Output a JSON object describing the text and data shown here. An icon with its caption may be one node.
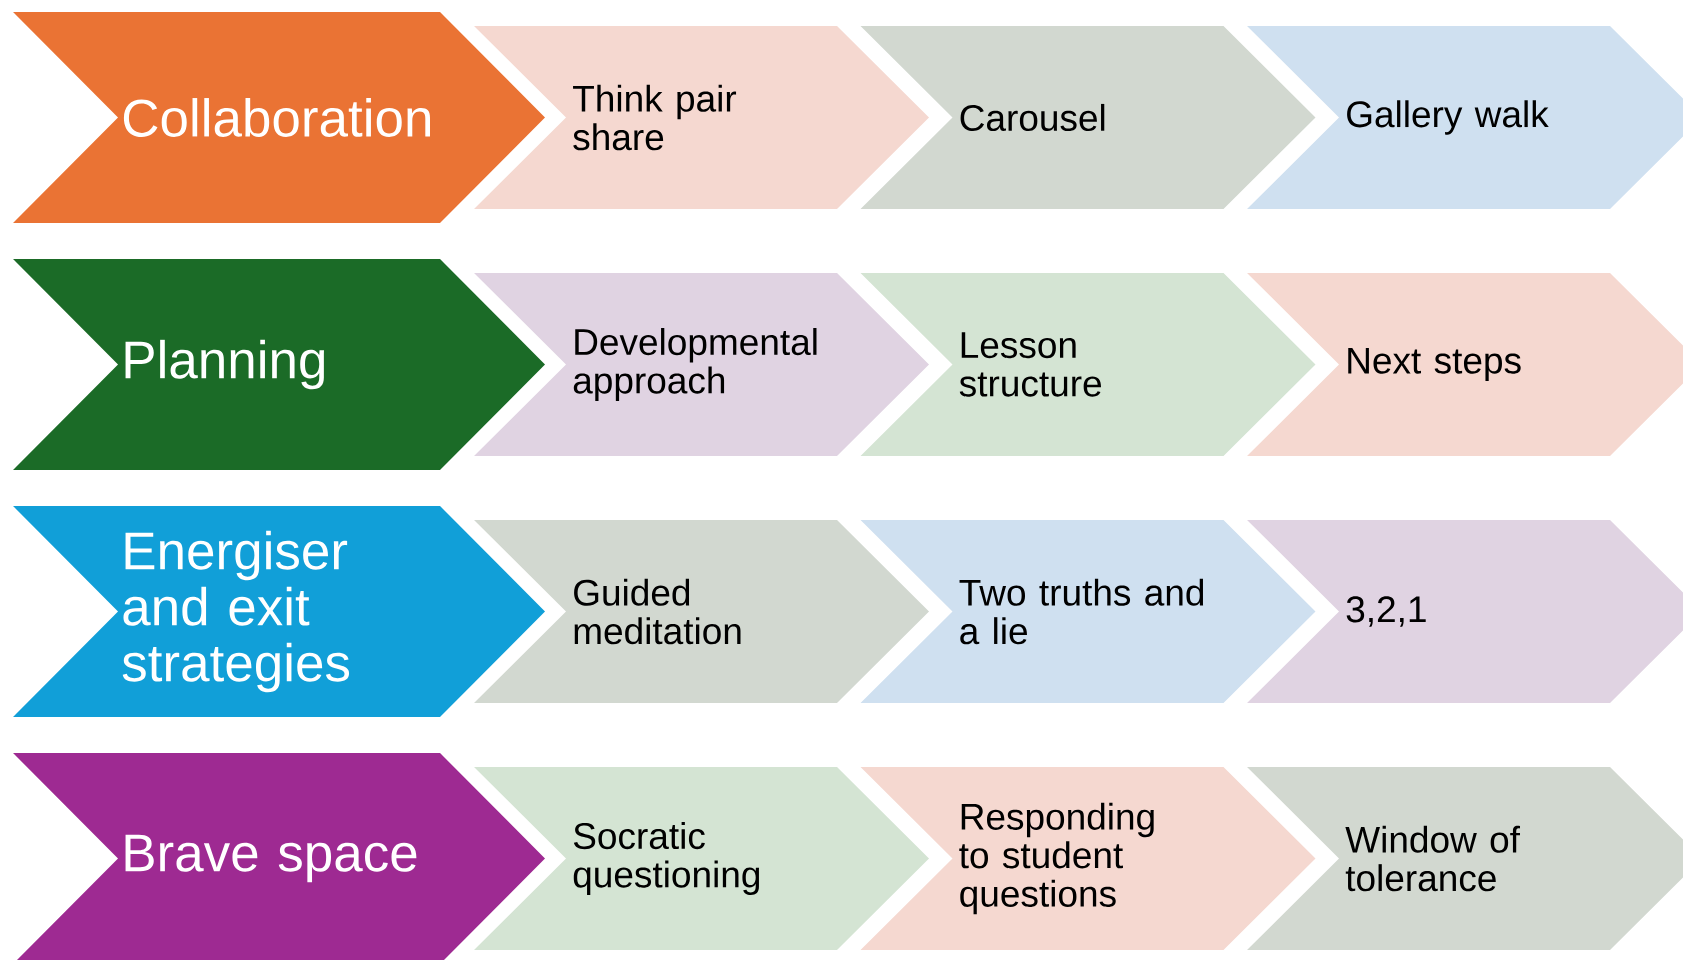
{
  "diagram": {
    "nodes": [
      {
        "text": [
          "Collaboration"
        ]
      },
      {
        "text": [
          "Think pair share"
        ]
      },
      {
        "text": [
          "Carousel"
        ]
      },
      {
        "text": [
          "Gallery walk"
        ]
      },
      {
        "text": [
          "Planning"
        ]
      },
      {
        "text": [
          "Developmental approach"
        ]
      },
      {
        "text": [
          "Lesson structure"
        ]
      },
      {
        "text": [
          "Next steps"
        ]
      },
      {
        "text": [
          "Energiser and exit strategies"
        ]
      },
      {
        "text": [
          "Guided meditation"
        ]
      },
      {
        "text": [
          "Two truths and a lie"
        ]
      },
      {
        "text": [
          "3,2,1"
        ]
      },
      {
        "text": [
          "Brave space"
        ]
      },
      {
        "text": [
          "Socratic questioning"
        ]
      },
      {
        "text": [
          "Responding to student questions"
        ]
      },
      {
        "text": [
          "Window of tolerance"
        ]
      }
    ]
  }
}
